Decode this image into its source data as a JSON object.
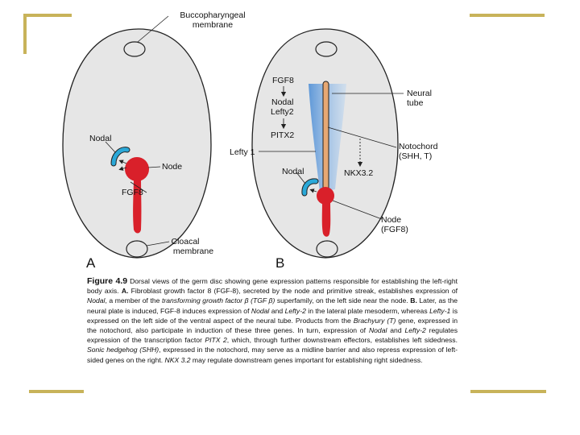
{
  "colors": {
    "slide_accent": "#c8b35a",
    "embryo_fill": "#e6e6e6",
    "node_red": "#d9202a",
    "nodal_blue": "#2aa8d8",
    "notochord_orange": "#e7a873",
    "neural_tube_blue": "#6fa8dc"
  },
  "panel_a": {
    "letter": "A",
    "buccopharyngeal_l1": "Buccopharyngeal",
    "buccopharyngeal_l2": "membrane",
    "nodal": "Nodal",
    "node": "Node",
    "fgf8": "FGF8",
    "cloacal_l1": "Cloacal",
    "cloacal_l2": "membrane"
  },
  "panel_b": {
    "letter": "B",
    "fgf8": "FGF8",
    "nodal_top": "Nodal",
    "lefty2": "Lefty2",
    "pitx2": "PITX2",
    "lefty1": "Lefty 1",
    "nodal": "Nodal",
    "neural_l1": "Neural",
    "neural_l2": "tube",
    "notochord_l1": "Notochord",
    "notochord_l2": "(SHH, T)",
    "nkx": "NKX3.2",
    "node_l1": "Node",
    "node_l2": "(FGF8)"
  },
  "caption": {
    "label": "Figure 4.9",
    "s1": " Dorsal views of the germ disc showing gene expression patterns responsible for establishing the left-right body axis. ",
    "a": "A.",
    "s2": " Fibroblast growth factor 8 (FGF-8), secreted by the node and primitive streak, establishes expression of ",
    "nodal1": "Nodal",
    "s3": ", a member of the ",
    "tgf": "transforming growth factor β (TGF β)",
    "s4": " superfamily, on the left side near the node. ",
    "b": "B.",
    "s5": " Later, as the neural plate is induced, FGF-8 induces expression of ",
    "nodal2": "Nodal",
    "s6": " and ",
    "lefty2": "Lefty-2",
    "s7": " in the lateral plate mesoderm, whereas ",
    "lefty1": "Lefty-1",
    "s8": " is expressed on the left side of the ventral aspect of the neural tube. Products from the ",
    "brachyury": "Brachyury (T)",
    "s9": " gene, expressed in the notochord, also participate in induction of these three genes. In turn, expression of ",
    "nodal3": "Nodal",
    "s10": " and ",
    "lefty2b": "Lefty-2",
    "s11": " regulates expression of the transcription factor ",
    "pitx2": "PITX 2",
    "s12": ", which, through further downstream effectors, establishes left sidedness. ",
    "shh": "Sonic hedgehog (SHH)",
    "s13": ", expressed in the notochord, may serve as a midline barrier and also repress expression of left-sided genes on the right. ",
    "nkx": "NKX 3.2",
    "s14": " may regulate downstream genes important for establishing right sidedness."
  }
}
